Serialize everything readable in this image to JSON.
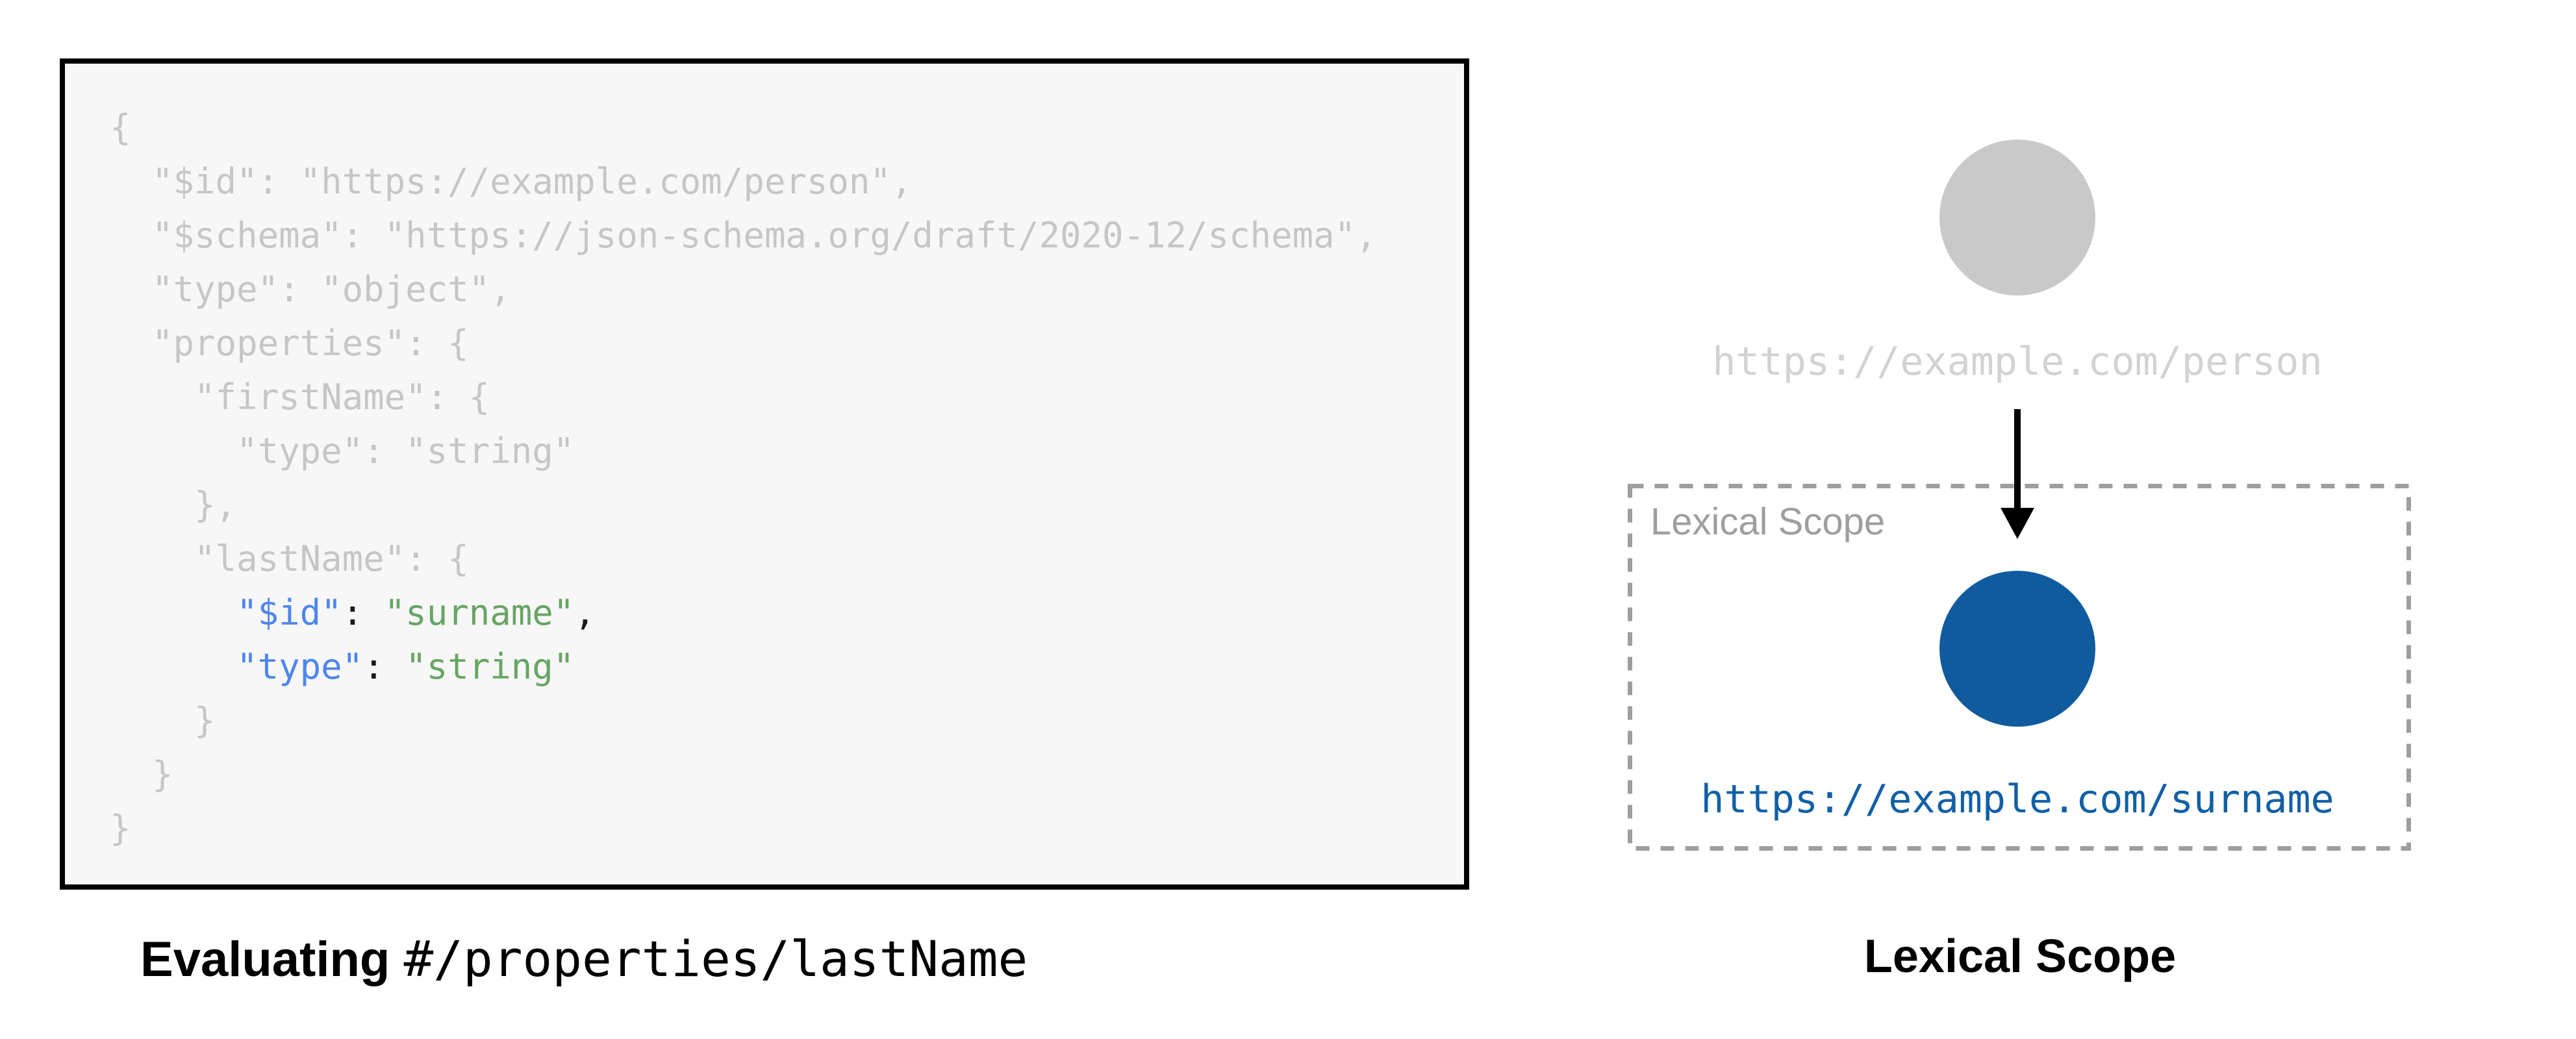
{
  "left_panel": {
    "code_lines": [
      [
        {
          "t": "{",
          "c": "muted"
        }
      ],
      [
        {
          "t": "  \"$id\": \"https://example.com/person\",",
          "c": "muted"
        }
      ],
      [
        {
          "t": "  \"$schema\": \"https://json-schema.org/draft/2020-12/schema\",",
          "c": "muted"
        }
      ],
      [
        {
          "t": "  \"type\": \"object\",",
          "c": "muted"
        }
      ],
      [
        {
          "t": "  \"properties\": {",
          "c": "muted"
        }
      ],
      [
        {
          "t": "    \"firstName\": {",
          "c": "muted"
        }
      ],
      [
        {
          "t": "      \"type\": \"string\"",
          "c": "muted"
        }
      ],
      [
        {
          "t": "    },",
          "c": "muted"
        }
      ],
      [
        {
          "t": "    \"lastName\": {",
          "c": "muted"
        }
      ],
      [
        {
          "t": "      ",
          "c": "muted"
        },
        {
          "t": "\"$id\"",
          "c": "key"
        },
        {
          "t": ": ",
          "c": "punct"
        },
        {
          "t": "\"surname\"",
          "c": "value"
        },
        {
          "t": ",",
          "c": "punct"
        }
      ],
      [
        {
          "t": "      ",
          "c": "muted"
        },
        {
          "t": "\"type\"",
          "c": "key"
        },
        {
          "t": ": ",
          "c": "punct"
        },
        {
          "t": "\"string\"",
          "c": "value"
        }
      ],
      [
        {
          "t": "    }",
          "c": "muted"
        }
      ],
      [
        {
          "t": "  }",
          "c": "muted"
        }
      ],
      [
        {
          "t": "}",
          "c": "muted"
        }
      ]
    ],
    "caption_bold": "Evaluating",
    "caption_mono": "#/properties/lastName"
  },
  "right_panel": {
    "parent_node": {
      "label": "https://example.com/person"
    },
    "scope_box": {
      "title": "Lexical Scope",
      "node_label": "https://example.com/surname"
    },
    "caption": "Lexical Scope"
  },
  "colors": {
    "code_muted": "#c6c6c6",
    "code_key_blue": "#4e86ec",
    "code_value_green": "#67a564",
    "parent_circle_gray": "#c9c9c9",
    "parent_label_gray": "#d2d2d2",
    "scope_border_gray": "#9e9e9e",
    "scope_circle_blue": "#0f5b9e",
    "scope_label_blue": "#1160a6",
    "code_box_background": "#f7f7f7"
  }
}
